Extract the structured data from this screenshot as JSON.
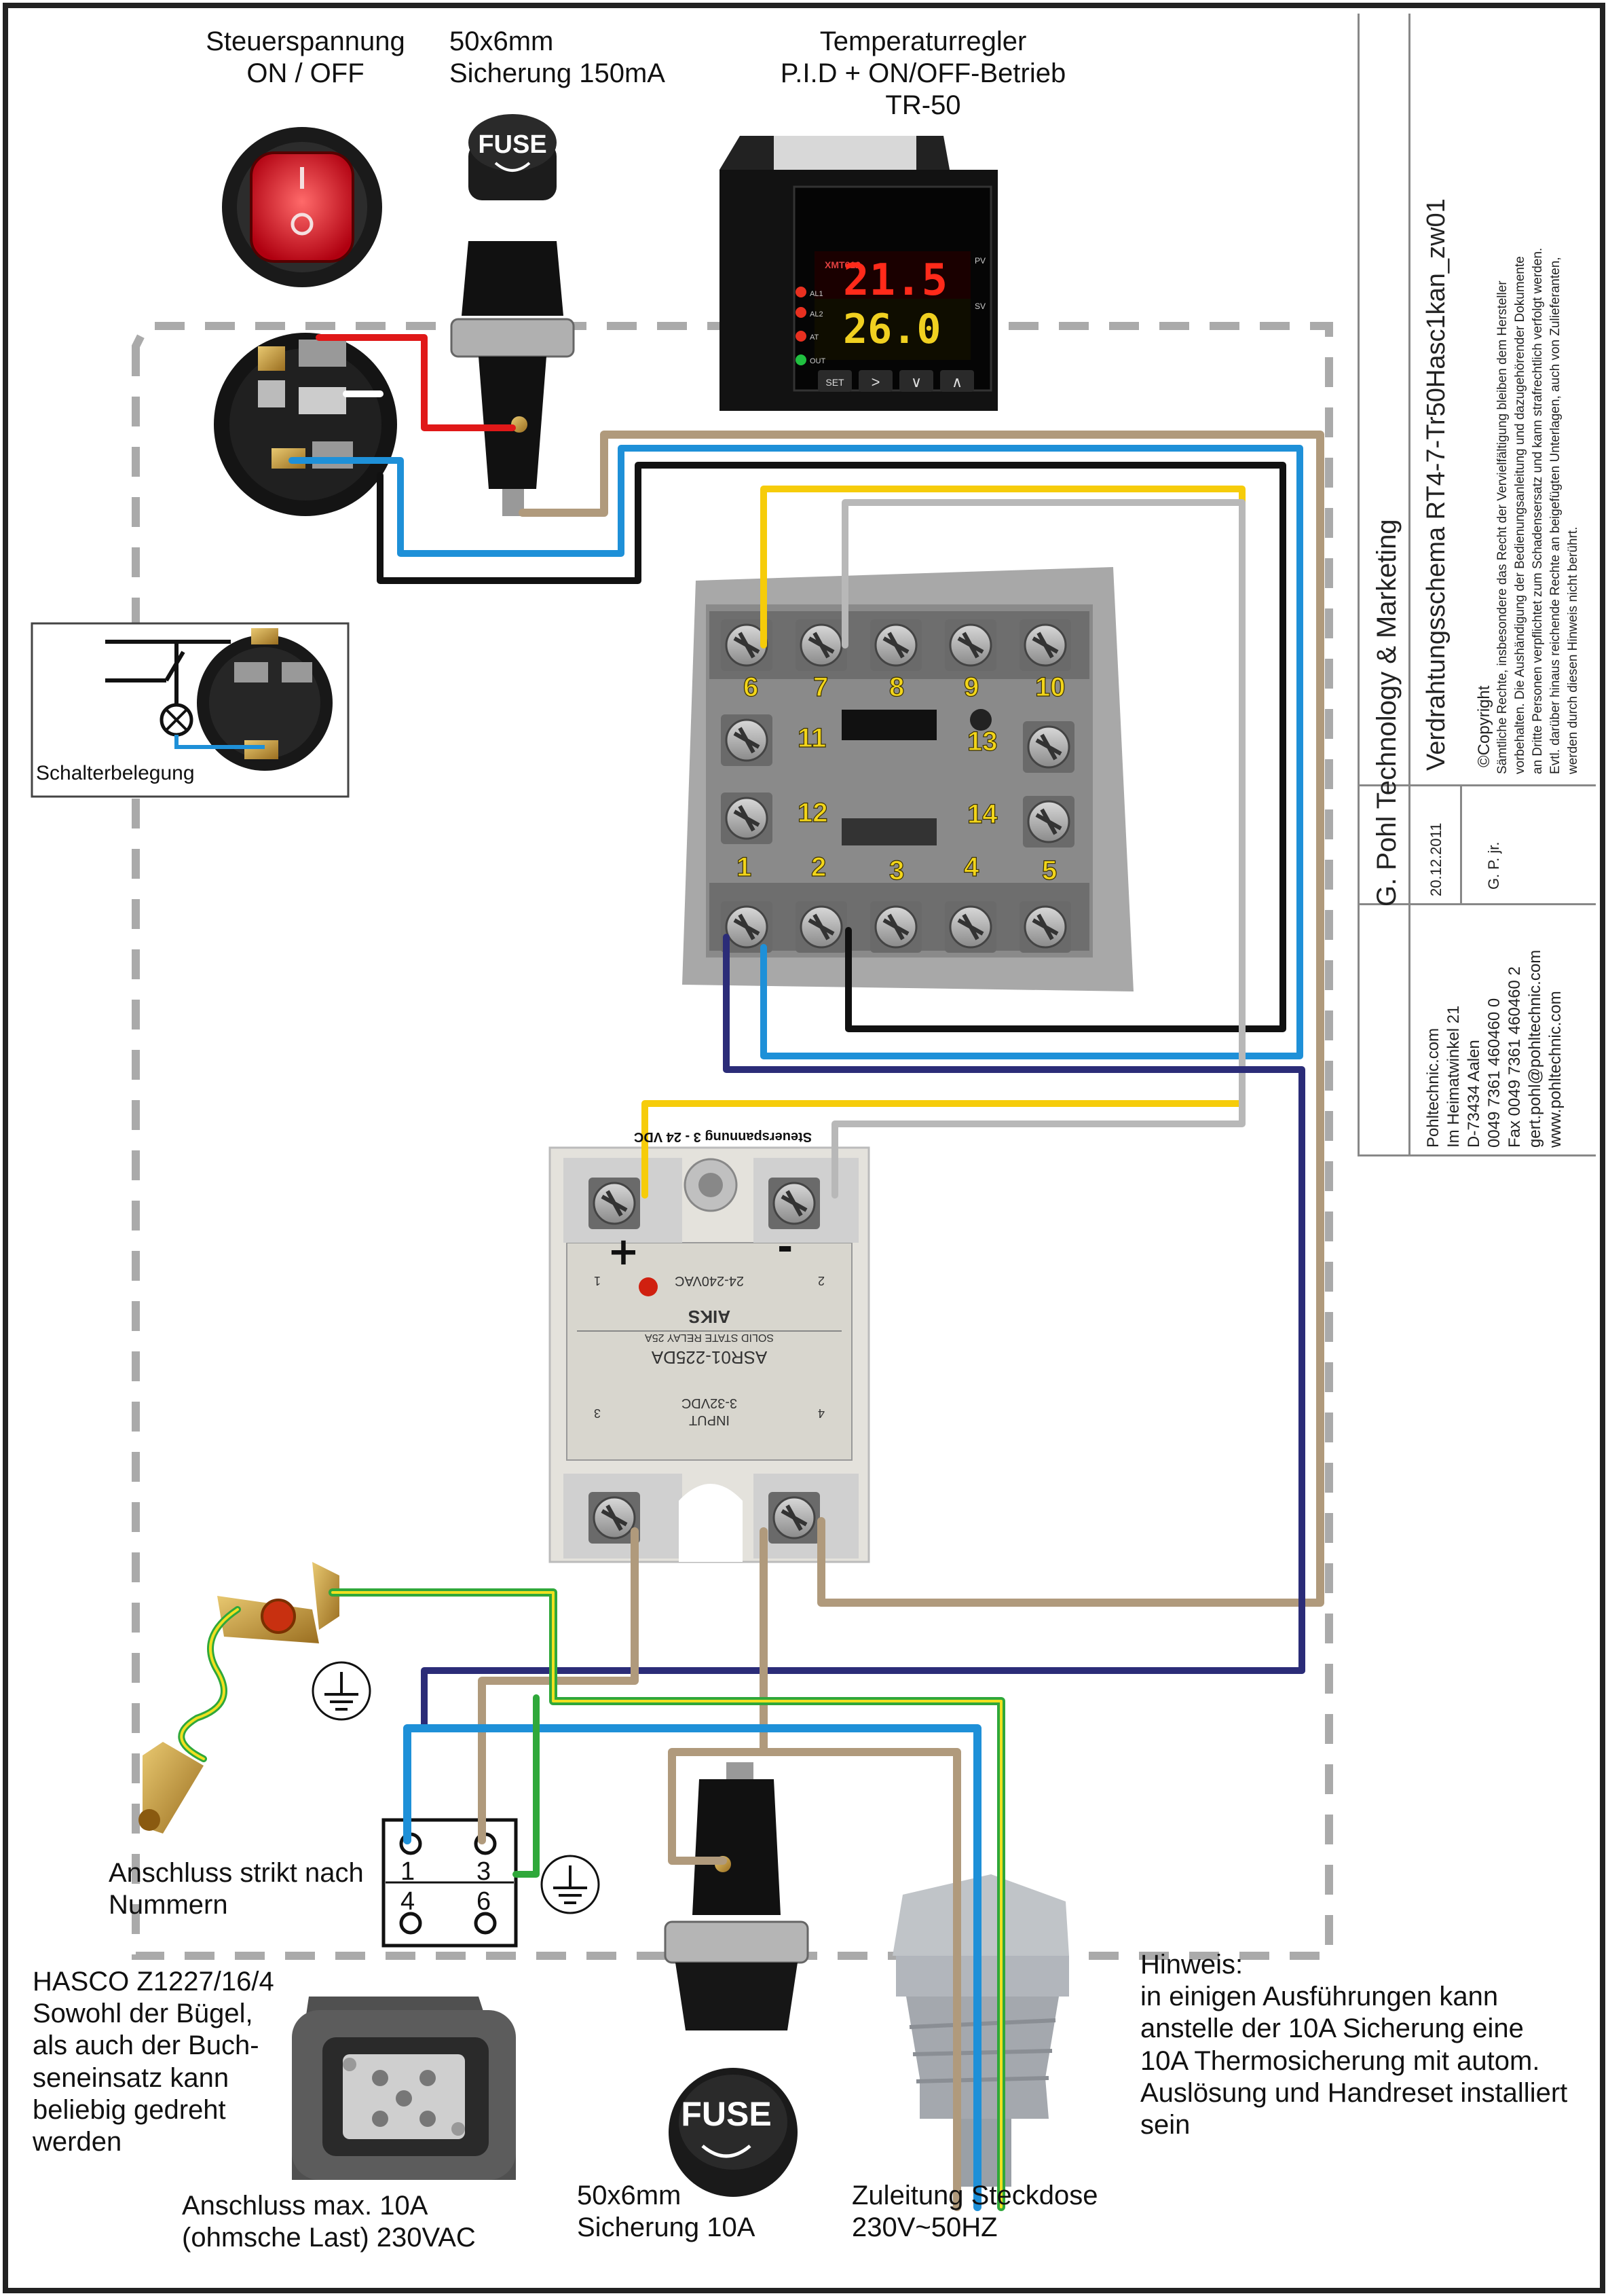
{
  "labels": {
    "switch_title": "Steuerspannung\nON / OFF",
    "fuse_top_title": "50x6mm\nSicherung 150mA",
    "regulator_title": "Temperaturregler\nP.I.D + ON/OFF-Betrieb\nTR-50",
    "switch_inset": "Schalterbelegung",
    "ssr_note": "Steuerspannung 3 - 24 VDC",
    "anschluss_nummern": "Anschluss strikt nach\nNummern",
    "hasco": "HASCO Z1227/16/4\nSowohl der Bügel,\nals auch der Buch-\nseneinsatz kann\nbeliebig gedreht\nwerden",
    "anschluss_max": "Anschluss max. 10A\n(ohmsche Last) 230VAC",
    "fuse_bottom_title": "50x6mm\nSicherung 10A",
    "zuleitung": "Zuleitung Steckdose\n230V~50HZ",
    "hinweis": "Hinweis:\nin einigen Ausführungen kann\nanstelle der 10A Sicherung eine\n10A Thermosicherung mit autom.\nAuslösung und Handreset installiert\nsein"
  },
  "fuse_cap_text": "FUSE",
  "regulator_display": {
    "model": "XMT612",
    "pv": "21.5",
    "sv": "26.0",
    "pv_tag": "PV",
    "sv_tag": "SV",
    "leds": [
      "AL1",
      "AL2",
      "AT",
      "OUT"
    ],
    "buttons": [
      "SET",
      ">",
      "∨",
      "∧"
    ]
  },
  "terminal_numbers": [
    "6",
    "7",
    "8",
    "9",
    "10",
    "11",
    "13",
    "12",
    "14",
    "1",
    "2",
    "3",
    "4",
    "5"
  ],
  "ssr": {
    "plus": "+",
    "minus": "-",
    "input_text": "INPUT",
    "input_range": "3-32VDC",
    "model": "ASR01-225DA",
    "desc": "SOLID STATE RELAY 25A",
    "brand": "AIKS",
    "output_range": "24-240VAC",
    "t1": "1",
    "t2": "2",
    "t3": "3",
    "t4": "4"
  },
  "connector_numbers": [
    "1",
    "3",
    "4",
    "6"
  ],
  "titleblock": {
    "company": "G. Pohl Technology & Marketing",
    "doc_title": "Verdrahtungsschema  RT4-7-Tr50Hasc1kan_zw01",
    "copyright_head": "©Copyright",
    "copyright_lines": [
      "Sämtliche Rechte, insbesondere das Recht der Vervielfältigung bleiben dem Hersteller",
      "vorbehalten. Die Aushändigung der Bedienungsanleitung und dazugehörender Dokumente",
      "an Dritte Personen verpflichtet zum Schadensersatz und kann strafrechtlich verfolgt werden.",
      "Evtl. darüber hinaus reichende Rechte an beigefügten Unterlagen, auch von Zulieferanten,",
      "werden durch diesen Hinweis nicht berührt."
    ],
    "date": "20.12.2011",
    "author": "G. P. jr.",
    "address_lines": [
      "Pohltechnic.com",
      "Im Heimatwinkel 21",
      "D-73434 Aalen",
      "0049 7361 460460 0",
      "Fax 0049 7361 460460 2",
      "gert.pohl@pohltechnic.com",
      "www.pohltechnic.com"
    ]
  },
  "colors": {
    "wire_brown": "#b09a7c",
    "wire_blue": "#1e90d8",
    "wire_black": "#111111",
    "wire_red": "#e01818",
    "wire_yellow": "#f6cc0a",
    "wire_grey": "#b8b8b8",
    "wire_navy": "#2b2c78",
    "wire_green": "#2fa83a",
    "wire_ground_yellow": "#f0e020",
    "dashed_border": "#aaaaaa"
  }
}
